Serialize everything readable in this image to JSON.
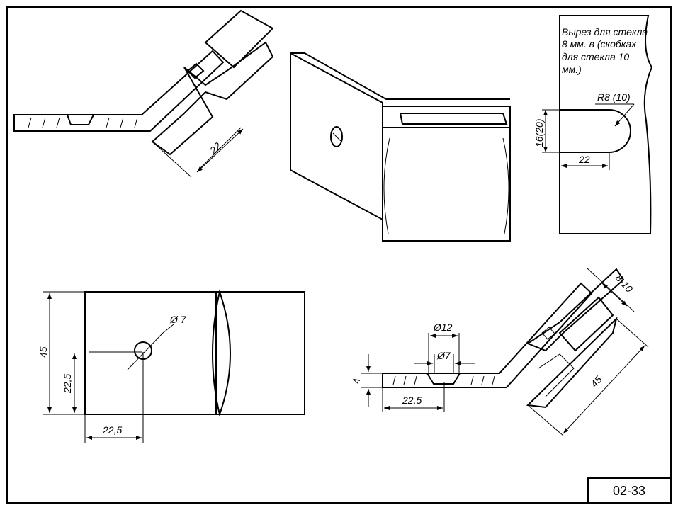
{
  "note": {
    "lines": [
      "Вырез для стекла",
      "8 мм. в (скобках",
      "для стекла 10",
      "мм.)"
    ]
  },
  "cutout_view": {
    "radius": "R8 (10)",
    "height": "16(20)",
    "depth": "22"
  },
  "top_section": {
    "depth": "22"
  },
  "front_view": {
    "hole": "Ø 7",
    "height": "45",
    "hole_height": "22,5",
    "hole_offset": "22,5"
  },
  "bottom_section": {
    "counterbore": "Ø12",
    "hole": "Ø7",
    "thickness": "4",
    "hole_offset": "22,5",
    "length": "45",
    "glass": "8-10"
  },
  "title_block": {
    "code": "02-33"
  }
}
